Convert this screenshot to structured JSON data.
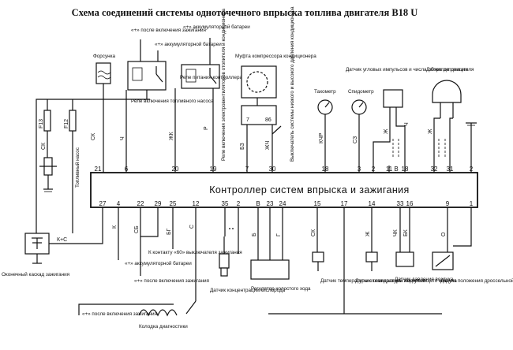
{
  "title": "Схема соединений системы одноточечного впрыска топлива двигателя B18 U",
  "controller": {
    "label": "Контроллер систем впрыска и зажигания",
    "top_pins": [
      "21",
      "6",
      "20",
      "19",
      "7",
      "30",
      "18",
      "3",
      "2",
      "11",
      "B",
      "18",
      "32",
      "31",
      "2"
    ],
    "bottom_pins": [
      "27",
      "4",
      "22",
      "29",
      "25",
      "12",
      "35",
      "2",
      "B",
      "23",
      "24",
      "15",
      "17",
      "14",
      "33",
      "16",
      "9",
      "1"
    ]
  },
  "components": {
    "injector": "Форсунка",
    "fuse_f13": "F13",
    "fuse_f12": "F12",
    "fuel_pump": "Топливный насос",
    "pump_relay": "Реле включения топливного насоса",
    "controller_relay": "Реле питания контроллера",
    "compressor_clutch": "Муфта компрессора кондиционера",
    "fan_relay": "Реле включения электровентиляторов отопителя и кондиционера",
    "ac_pressure_switch": "Выключатель системы низкого и высокого давления кондиционера",
    "tachometer": "Тахометр",
    "speedometer": "Спидометр",
    "crank_sensor": "Датчик угловых импульсов и числа оборотов двигателя",
    "knock_sensor": "Датчик детонации",
    "ignition_cascade": "Оконечный каскад зажигания",
    "idle_regulator": "Регулятор холостого хода",
    "oxygen_sensor": "Датчик концентрации кислорода",
    "diag_block": "Колодка диагностики",
    "coolant_sensor": "Датчик температуры охлаждающей жидкости",
    "air_temp_sensor": "Датчик температуры поступающего воздуха",
    "pressure_sensor": "Датчик давления воздуха",
    "throttle_sensor": "Датчик положения дроссельной заслонки",
    "relay_fan_pins": [
      "7",
      "86"
    ]
  },
  "notes": {
    "ignition_on_1": "«+» после включения зажигания",
    "battery_1": "«+» аккумуляторной батареи",
    "battery_2": "«+» аккумуляторной батареи",
    "battery_3": "«+» аккумуляторной батареи",
    "ignition_on_2": "«+» после включения зажигания",
    "ignition_on_3": "«+» после включения зажигания",
    "switch_60": "К контакту «60» выключателя зажигания"
  },
  "wire_labels": {
    "sk": "СК",
    "ch": "Ч",
    "zhk": "ЖК",
    "r": "Р",
    "bz": "БЗ",
    "zhch": "ЖЧ",
    "kchr": "КЧР",
    "sz": "СЗ",
    "zh": "Ж",
    "ch2": "Ч",
    "zh2": "Ж",
    "k": "К",
    "sb": "СБ",
    "bg": "БГ",
    "s": "С",
    "b": "Б",
    "g": "Г",
    "kc": "К+С",
    "sk2": "СК",
    "zh3": "Ж",
    "chk": "ЧК",
    "bk": "БК",
    "o": "О"
  }
}
